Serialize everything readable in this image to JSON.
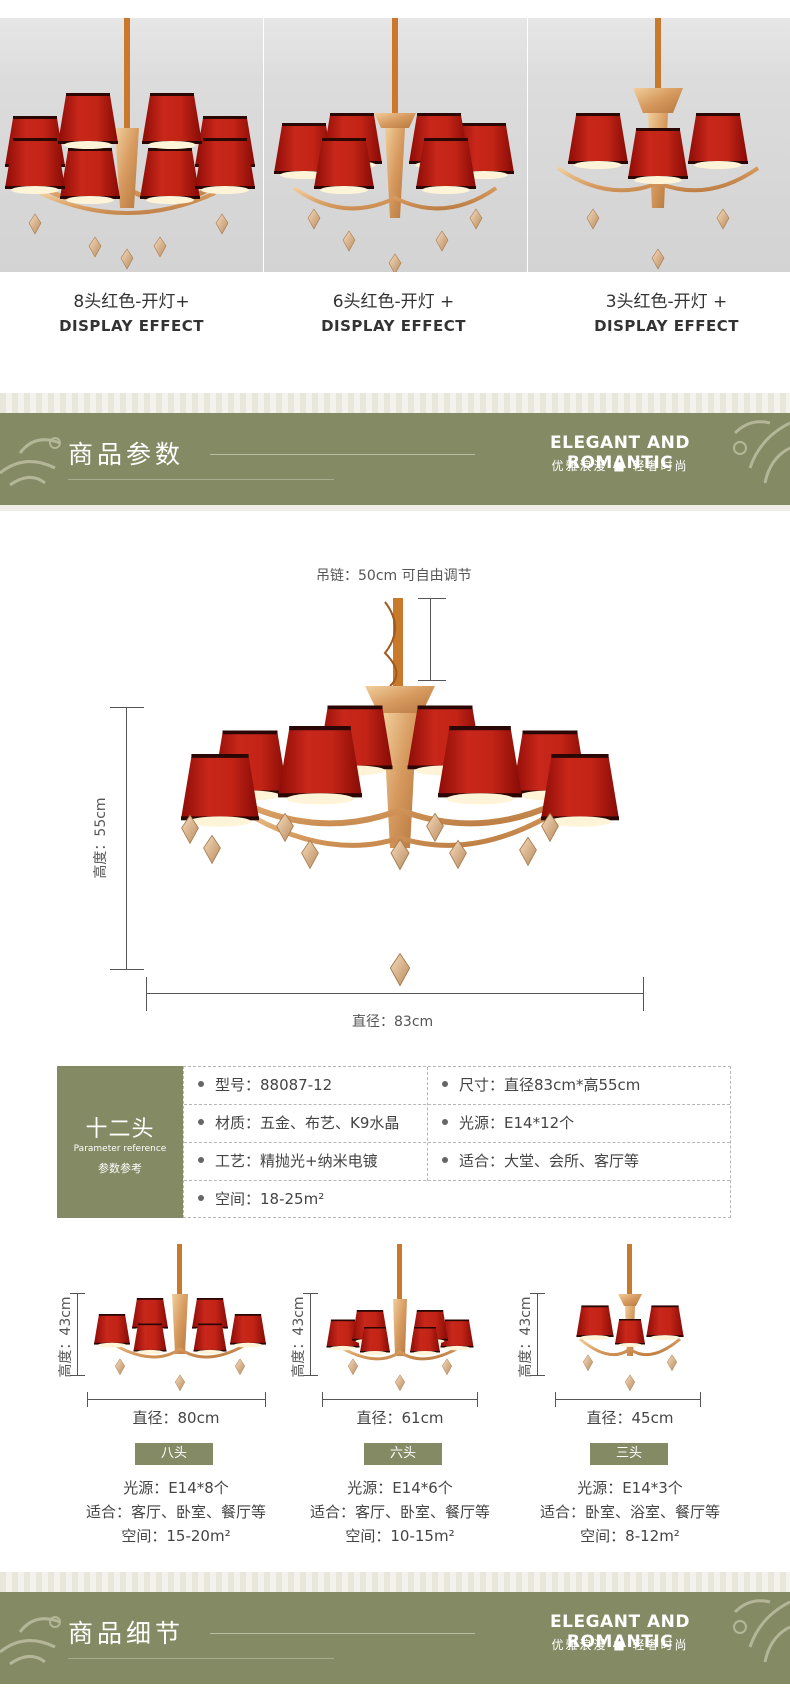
{
  "top_gallery": {
    "items": [
      {
        "cn": "8头红色-开灯+",
        "en": "DISPLAY EFFECT"
      },
      {
        "cn": "6头红色-开灯 +",
        "en": "DISPLAY EFFECT"
      },
      {
        "cn": "3头红色-开灯 +",
        "en": "DISPLAY EFFECT"
      }
    ]
  },
  "section1": {
    "title": "商品参数",
    "en": "ELEGANT AND ROMANTIC",
    "sub": "优雅浪漫 ■ 轻奢时尚"
  },
  "main_drawing": {
    "chain": "吊链：50cm 可自由调节",
    "height": "高度：55cm",
    "diameter": "直径：83cm"
  },
  "params": {
    "label_main": "十二头",
    "label_en": "Parameter reference",
    "label_cn": "参数参考",
    "model": "型号：88087-12",
    "size": "尺寸：直径83cm*高55cm",
    "material": "材质：五金、布艺、K9水晶",
    "light": "光源：E14*12个",
    "craft": "工艺：精抛光+纳米电镀",
    "suitable": "适合：大堂、会所、客厅等",
    "space": "空间：18-25m²"
  },
  "variants": [
    {
      "height": "高度：43cm",
      "diameter": "直径：80cm",
      "tag": "八头",
      "light": "光源：E14*8个",
      "suitable": "适合：客厅、卧室、餐厅等",
      "space": "空间：15-20m²"
    },
    {
      "height": "高度：43cm",
      "diameter": "直径：61cm",
      "tag": "六头",
      "light": "光源：E14*6个",
      "suitable": "适合：客厅、卧室、餐厅等",
      "space": "空间：10-15m²"
    },
    {
      "height": "高度：43cm",
      "diameter": "直径：45cm",
      "tag": "三头",
      "light": "光源：E14*3个",
      "suitable": "适合：卧室、浴室、餐厅等",
      "space": "空间：8-12m²"
    }
  ],
  "section2": {
    "title": "商品细节",
    "en": "ELEGANT AND ROMANTIC",
    "sub": "优雅浪漫 ■ 轻奢时尚"
  },
  "colors": {
    "olive": "#848a63",
    "shade_red": "#b2170f",
    "gold": "#d9a46a"
  }
}
